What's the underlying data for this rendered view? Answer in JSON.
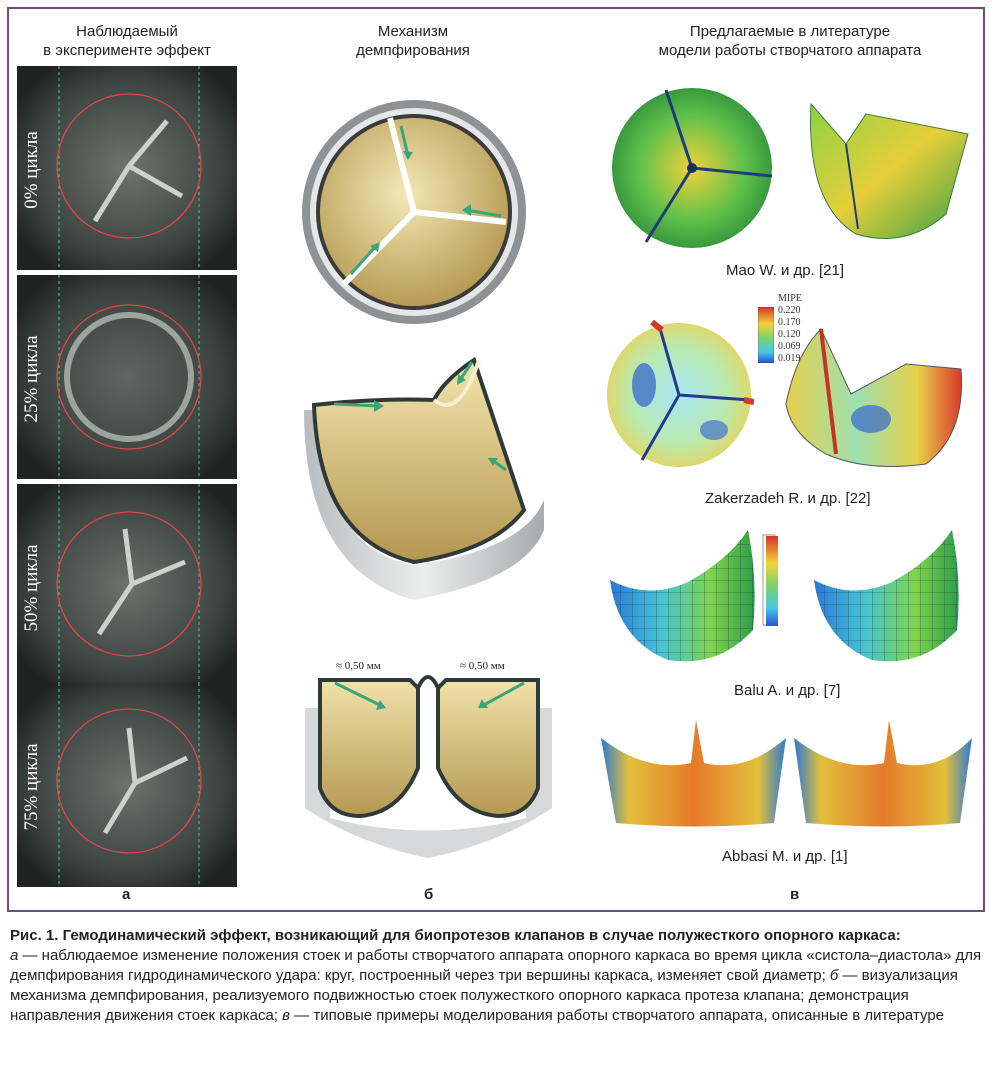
{
  "headers": {
    "a": [
      "Наблюдаемый",
      "в эксперименте эффект"
    ],
    "b": [
      "Механизм",
      "демпфирования"
    ],
    "c": [
      "Предлагаемые в литературе",
      "модели работы створчатого аппарата"
    ]
  },
  "strips": [
    "0% цикла",
    "25% цикла",
    "50% цикла",
    "75% цикла"
  ],
  "column_labels": {
    "a": "а",
    "b": "б",
    "c": "в"
  },
  "models": [
    {
      "caption": "Mao W. и др. [21]"
    },
    {
      "caption": "Zakerzadeh R. и др. [22]"
    },
    {
      "caption": "Balu A. и др. [7]"
    },
    {
      "caption": "Abbasi M. и др. [1]"
    }
  ],
  "scale_mipe": {
    "title": "MIPE",
    "ticks": [
      "0.220",
      "0.170",
      "0.120",
      "0.069",
      "0.019"
    ]
  },
  "annotations": {
    "left_mm": "≈ 0,50 мм",
    "right_mm": "≈ 0,50 мм"
  },
  "caption": {
    "title": "Рис. 1. Гемодинамический эффект, возникающий для биопротезов клапанов в случае полужесткого опорного каркаса:",
    "p_a_letter": "а",
    "p_a_text": " — наблюдаемое изменение положения стоек и работы створчатого аппарата опорного каркаса во время цикла «систола–диастола» для демпфирования гидродинамического удара: круг, построенный через три вершины каркаса, изменяет свой диаметр; ",
    "p_b_letter": "б",
    "p_b_text": " — визуализация механизма демпфирования, реализуемого подвижностью стоек полужесткого опорного каркаса протеза клапана; демонстрация направления движения стоек каркаса; ",
    "p_c_letter": "в",
    "p_c_text": " — типовые примеры моделирования работы створчатого аппарата, описанные в литературе"
  }
}
